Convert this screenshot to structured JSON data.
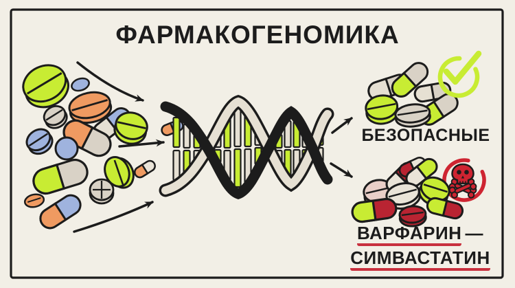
{
  "title": "ФАРМАКОГЕНОМИКА",
  "groups": {
    "safe": {
      "label": "БЕЗОПАСНЫЕ",
      "icon": "check-circle-icon",
      "icon_color": "#C8EC33"
    },
    "dangerous": {
      "drug_1": "ВАРФАРИН",
      "separator": "—",
      "drug_2": "СИМВАСТАТИН",
      "icon": "skull-crossbones-icon",
      "icon_color": "#CE2431"
    }
  },
  "icons": [
    "dna-helix-icon",
    "check-circle-icon",
    "skull-crossbones-icon",
    "arrow-icon"
  ],
  "colors": {
    "background": "#F2EFE6",
    "ink": "#1C1C1C",
    "lime": "#C8EC33",
    "orange": "#EF9A61",
    "blue": "#9FB3DE",
    "gray_pill": "#D9D2C6",
    "cream": "#E6E0D3",
    "red_pill": "#B92432",
    "skull_red": "#CE2431",
    "pink_pill": "#E9CFC8",
    "white_pill": "#EAE4D8",
    "underline": "#C8303E"
  }
}
